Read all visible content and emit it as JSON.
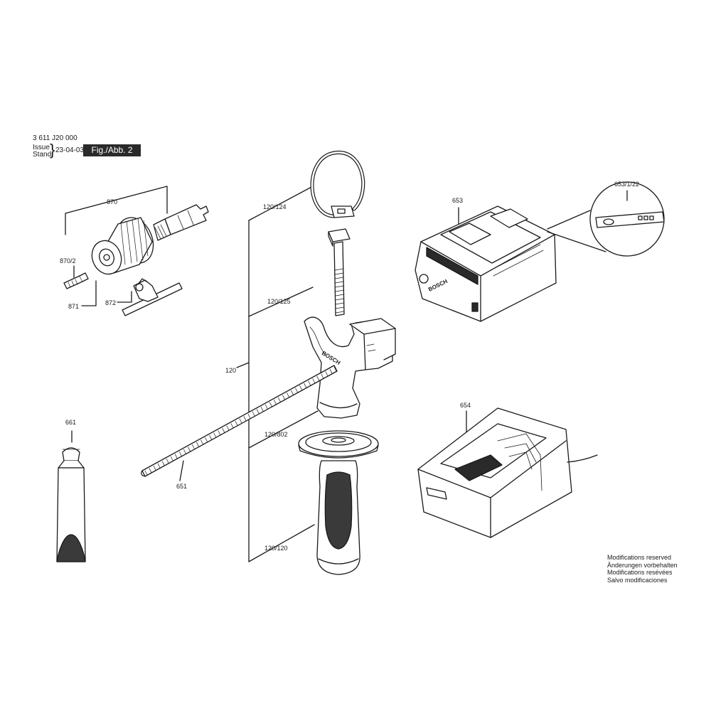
{
  "header": {
    "code": "3 611 J20 000",
    "issue_label": "Issue",
    "stand_label": "Stand",
    "date": "23-04-03",
    "figure": "Fig./Abb. 2"
  },
  "parts": {
    "p870": "870",
    "p870_2": "870/2",
    "p871": "871",
    "p872": "872",
    "p661": "661",
    "p120_124": "120/124",
    "p120_125": "120/125",
    "p120": "120",
    "p120_802": "120/802",
    "p120_120": "120/120",
    "p651": "651",
    "p653": "653",
    "p653_1_22": "653/1/22",
    "p654": "654"
  },
  "brand": {
    "logo": "BOSCH"
  },
  "notes": {
    "line1": "Modifications reserved",
    "line2": "Änderungen vorbehalten",
    "line3": "Modifications resévées",
    "line4": "Salvo modificaciones"
  }
}
